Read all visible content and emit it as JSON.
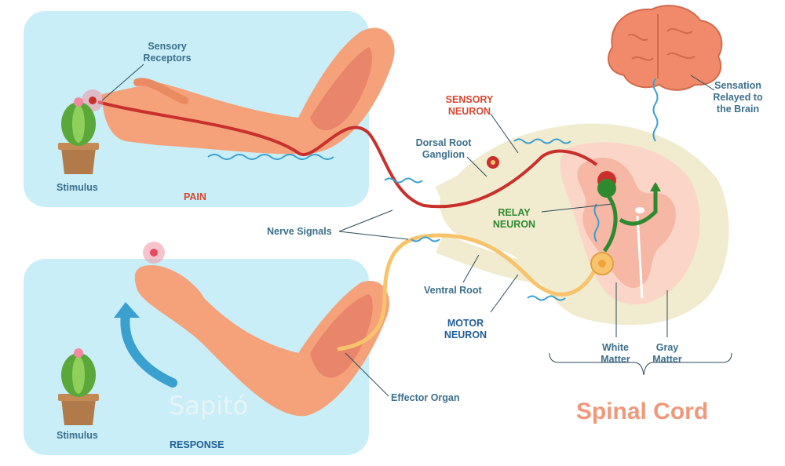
{
  "labels": {
    "sensory_receptors_1": "Sensory",
    "sensory_receptors_2": "Receptors",
    "stimulus_top": "Stimulus",
    "pain": "PAIN",
    "sensory_neuron_1": "SENSORY",
    "sensory_neuron_2": "NEURON",
    "dorsal_root_1": "Dorsal Root",
    "dorsal_root_2": "Ganglion",
    "sensation_1": "Sensation",
    "sensation_2": "Relayed to",
    "sensation_3": "the Brain",
    "relay_neuron_1": "RELAY",
    "relay_neuron_2": "NEURON",
    "nerve_signals": "Nerve Signals",
    "ventral_root": "Ventral Root",
    "motor_neuron_1": "MOTOR",
    "motor_neuron_2": "NEURON",
    "white_matter_1": "White",
    "white_matter_2": "Matter",
    "gray_matter_1": "Gray",
    "gray_matter_2": "Matter",
    "effector_organ": "Effector Organ",
    "stimulus_bottom": "Stimulus",
    "response": "RESPONSE",
    "spinal_cord": "Spinal Cord",
    "watermark": "Sapitó"
  },
  "colors": {
    "panel": "#c9eef7",
    "skin": "#f5a27a",
    "skin_dark": "#ea8a63",
    "muscle": "#e9856a",
    "sensory_nerve": "#c9302c",
    "motor_nerve": "#f7c46c",
    "relay_nerve": "#2f8a2f",
    "signal": "#3aa0d0",
    "cord_outer": "#f1ebcf",
    "cord_gray": "#f6b7a5",
    "cord_white": "#fbd6c8",
    "brain": "#f08a6a",
    "cactus": "#5aa83a",
    "pot": "#b07a4a"
  }
}
